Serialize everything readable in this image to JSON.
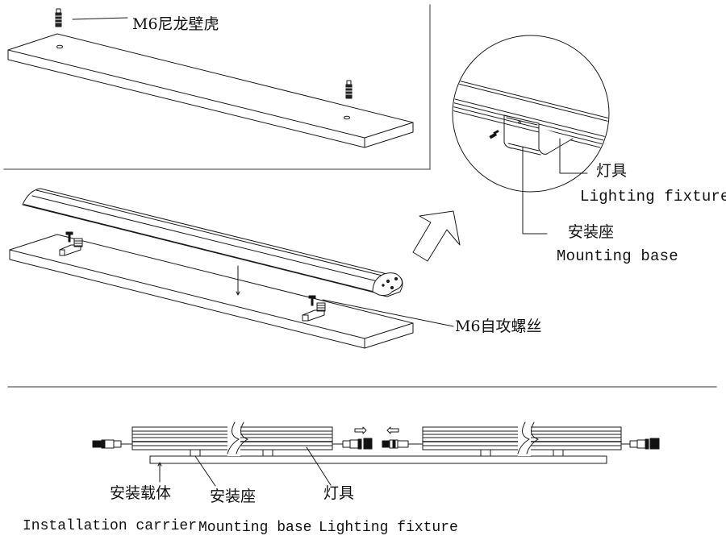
{
  "colors": {
    "line": "#1a1a1a",
    "frame": "#7a7a7a",
    "fill_dark": "#111111",
    "background": "#ffffff"
  },
  "step1": {
    "anchor_label": "M6尼龙壁虎"
  },
  "step2": {
    "screw_label": "M6自攻螺丝"
  },
  "detail": {
    "fixture_cn": "灯具",
    "fixture_en": "Lighting fixture",
    "base_cn": "安装座",
    "base_en": "Mounting base"
  },
  "side_view": {
    "carrier_cn": "安装载体",
    "carrier_en": "Installation carrier",
    "base_cn": "安装座",
    "base_en": "Mounting base",
    "fixture_cn": "灯具",
    "fixture_en": "Lighting fixture"
  },
  "icons": {
    "anchor": "nylon-wall-anchor-icon",
    "screw": "self-tapping-screw-icon",
    "arrow": "zoom-arrow-icon",
    "connector": "cable-connector-icon"
  }
}
